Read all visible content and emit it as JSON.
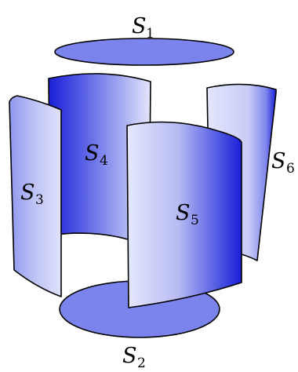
{
  "figure": {
    "labels": {
      "s1": {
        "main": "S",
        "sub": "1"
      },
      "s2": {
        "main": "S",
        "sub": "2"
      },
      "s3": {
        "main": "S",
        "sub": "3"
      },
      "s4": {
        "main": "S",
        "sub": "4"
      },
      "s5": {
        "main": "S",
        "sub": "5"
      },
      "s6": {
        "main": "S",
        "sub": "6"
      }
    },
    "colors": {
      "disc_fill": "#7b83ec",
      "surface_light": "#e3e6fb",
      "surface_mid": "#9aa2f0",
      "surface_dark": "#1a1fd6",
      "outline": "#000000"
    }
  }
}
